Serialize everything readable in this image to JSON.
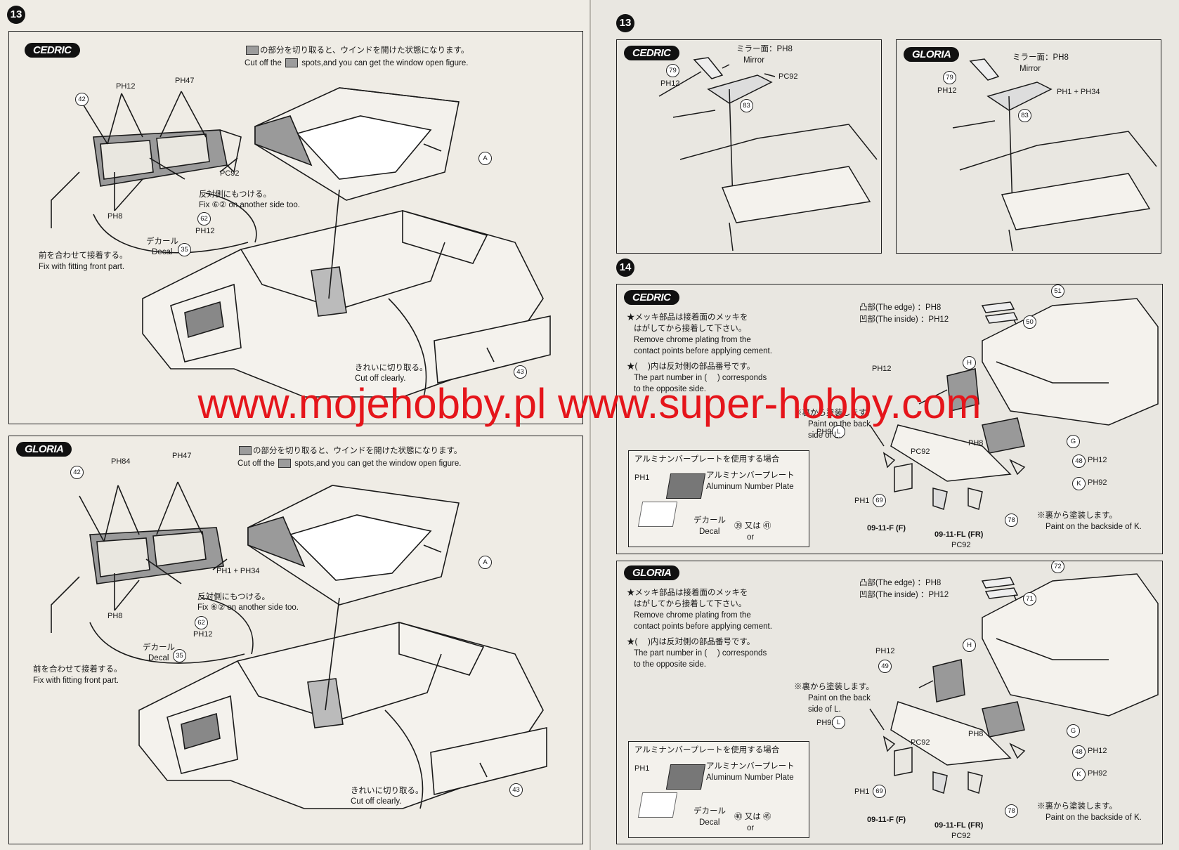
{
  "left": {
    "step": "13",
    "cedric": {
      "badge": "CEDRIC",
      "cut_jp": "の部分を切り取ると、ウインドを開けた状態になります。",
      "cut_en_pre": "Cut off the",
      "cut_en_post": "spots,and you can get the window open figure.",
      "fix_jp": "反対側にもつける。",
      "fix_en": "Fix ⑥② on another side too.",
      "decal_jp": "デカール",
      "decal_en": "Decal",
      "front_jp": "前を合わせて接着する。",
      "front_en": "Fix with fitting front part.",
      "clear_jp": "きれいに切り取る。",
      "clear_en": "Cut off clearly.",
      "parts": {
        "p42": "42",
        "ph12": "PH12",
        "ph47": "PH47",
        "pc92": "PC92",
        "ph8": "PH8",
        "p62": "62",
        "ph12b": "PH12",
        "p35": "35",
        "pA": "A",
        "p43": "43"
      }
    },
    "gloria": {
      "badge": "GLORIA",
      "cut_jp": "の部分を切り取ると、ウインドを開けた状態になります。",
      "cut_en_pre": "Cut off the",
      "cut_en_post": "spots,and you can get the window open figure.",
      "fix_jp": "反対側にもつける。",
      "fix_en": "Fix ⑥② on another side too.",
      "decal_jp": "デカール",
      "decal_en": "Decal",
      "front_jp": "前を合わせて接着する。",
      "front_en": "Fix with fitting front part.",
      "clear_jp": "きれいに切り取る。",
      "clear_en": "Cut off clearly.",
      "parts": {
        "p42": "42",
        "ph84": "PH84",
        "ph47": "PH47",
        "ph1_34": "PH1 + PH34",
        "ph8": "PH8",
        "p62": "62",
        "ph12": "PH12",
        "p35": "35",
        "pA": "A",
        "p43": "43"
      }
    }
  },
  "right": {
    "step13": "13",
    "step14": "14",
    "cedric13": {
      "badge": "CEDRIC",
      "mirror_jp": "ミラー面：PH8",
      "mirror_en": "Mirror",
      "p79": "79",
      "ph12": "PH12",
      "pc92": "PC92",
      "p83": "83"
    },
    "gloria13": {
      "badge": "GLORIA",
      "mirror_jp": "ミラー面：PH8",
      "mirror_en": "Mirror",
      "p79": "79",
      "ph12": "PH12",
      "ph1_34": "PH1 + PH34",
      "p83": "83"
    },
    "cedric14": {
      "badge": "CEDRIC",
      "note1_jp": "★メッキ部品は接着面のメッキを",
      "note1_jp2": "はがしてから接着して下さい。",
      "note1_en": "Remove chrome plating from the",
      "note1_en2": "contact points before applying cement.",
      "note2_jp": "★(　 )内は反対側の部品番号です。",
      "note2_en": "The part number in (　 ) corresponds",
      "note2_en2": "to the opposite side.",
      "edge": "凸部(The edge) ：PH8",
      "inside": "凹部(The inside) ：PH12",
      "back_jp": "※裏から塗装します。",
      "back_en": "Paint on the back",
      "back_en2": "side of L.",
      "alum_title": "アルミナンバープレートを使用する場合",
      "alum_jp": "アルミナンバープレート",
      "alum_en": "Aluminum Number Plate",
      "alum_ph": "PH1",
      "decal_jp": "デカール",
      "decal_en": "Decal",
      "decal_nums": "㊴ 又は ㊶",
      "decal_or": "or",
      "paint_jp": "※裏から塗装します。",
      "paint_en": "Paint on the backside of K.",
      "parts": {
        "p51": "51",
        "p50": "50",
        "ph12": "PH12",
        "pH": "H",
        "pG": "G",
        "p48": "48",
        "ph12b": "PH12",
        "pK": "K",
        "ph92": "PH92",
        "ph92b": "PH92",
        "pL": "L",
        "pc92": "PC92",
        "ph8": "PH8",
        "ph1": "PH1",
        "p69": "69",
        "p78": "78",
        "f": "09-11-F (F)",
        "fl": "09-11-FL (FR)",
        "pc92b": "PC92"
      }
    },
    "gloria14": {
      "badge": "GLORIA",
      "note1_jp": "★メッキ部品は接着面のメッキを",
      "note1_jp2": "はがしてから接着して下さい。",
      "note1_en": "Remove chrome plating from the",
      "note1_en2": "contact points before applying cement.",
      "note2_jp": "★(　 )内は反対側の部品番号です。",
      "note2_en": "The part number in (　 ) corresponds",
      "note2_en2": "to the opposite side.",
      "edge": "凸部(The edge) ：PH8",
      "inside": "凹部(The inside) ：PH12",
      "back_jp": "※裏から塗装します。",
      "back_en": "Paint on the back",
      "back_en2": "side of L.",
      "alum_title": "アルミナンバープレートを使用する場合",
      "alum_jp": "アルミナンバープレート",
      "alum_en": "Aluminum Number Plate",
      "alum_ph": "PH1",
      "decal_jp": "デカール",
      "decal_en": "Decal",
      "decal_nums": "㊵ 又は ㊺",
      "decal_or": "or",
      "paint_jp": "※裏から塗装します。",
      "paint_en": "Paint on the backside of K.",
      "parts": {
        "p72": "72",
        "p71": "71",
        "ph12": "PH12",
        "p49": "49",
        "pH": "H",
        "pG": "G",
        "p48": "48",
        "ph12b": "PH12",
        "pK": "K",
        "ph92": "PH92",
        "ph92b": "PH92",
        "pL": "L",
        "pc92": "PC92",
        "ph8": "PH8",
        "ph1": "PH1",
        "p69": "69",
        "p78": "78",
        "f": "09-11-F (F)",
        "fl": "09-11-FL (FR)",
        "pc92b": "PC92"
      }
    }
  },
  "watermark": "www.mojehobby.pl www.super-hobby.com"
}
